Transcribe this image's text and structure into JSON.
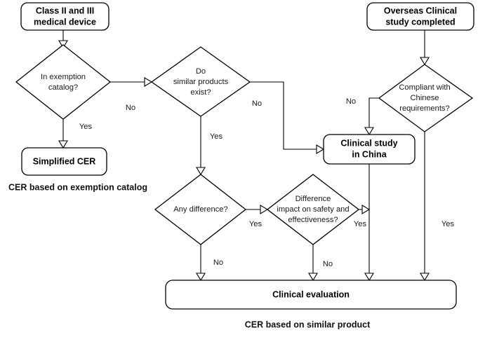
{
  "diagram": {
    "title_caption_left": "CER based on exemption catalog",
    "title_caption_bottom": "CER based on similar product",
    "colors": {
      "background": "#ffffff",
      "stroke": "#000000",
      "text": "#111111",
      "diamond_text": "#1a1a1a"
    },
    "nodes": {
      "class_device": {
        "line1": "Class II and III",
        "line2": "medical device",
        "shape": "rounded-rectangle"
      },
      "exemption_catalog": {
        "line1": "In exemption",
        "line2": "catalog?",
        "shape": "diamond"
      },
      "simplified_cer": {
        "line1": "Simplified CER",
        "shape": "rounded-rectangle"
      },
      "similar_products": {
        "line1": "Do",
        "line2": "similar products",
        "line3": "exist?",
        "shape": "diamond"
      },
      "any_difference": {
        "line1": "Any difference?",
        "shape": "diamond"
      },
      "difference_impact": {
        "line1": "Difference",
        "line2": "impact on safety and",
        "line3": "effectiveness?",
        "shape": "diamond"
      },
      "overseas_study": {
        "line1": "Overseas Clinical",
        "line2": "study completed",
        "shape": "rounded-rectangle"
      },
      "compliant_chinese": {
        "line1": "Compliant with",
        "line2": "Chinese",
        "line3": "requirements?",
        "shape": "diamond"
      },
      "clinical_study_china": {
        "line1": "Clinical study",
        "line2": "in China",
        "shape": "rounded-rectangle"
      },
      "clinical_evaluation": {
        "line1": "Clinical evaluation",
        "shape": "rounded-rectangle"
      }
    },
    "edge_labels": {
      "exemption_no": "No",
      "exemption_yes": "Yes",
      "similar_no": "No",
      "similar_yes": "Yes",
      "any_difference_yes": "Yes",
      "any_difference_no": "No",
      "impact_yes": "Yes",
      "impact_no": "No",
      "compliant_no": "No",
      "compliant_yes": "Yes"
    }
  }
}
